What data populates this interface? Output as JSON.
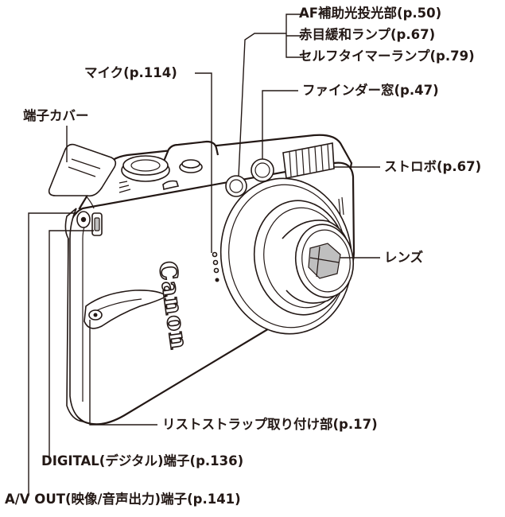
{
  "labels": {
    "af_assist": "AF補助光投光部(p.50)",
    "red_eye": "赤目緩和ランプ(p.67)",
    "self_timer": "セルフタイマーランプ(p.79)",
    "microphone": "マイク(p.114)",
    "viewfinder": "ファインダー窓(p.47)",
    "terminal_cover": "端子カバー",
    "flash": "ストロボ(p.67)",
    "lens": "レンズ",
    "strap_mount": "リストストラップ取り付け部(p.17)",
    "digital_terminal": "DIGITAL(デジタル)端子(p.136)",
    "av_out_terminal": "A/V OUT(映像/音声出力)端子(p.141)"
  },
  "camera": {
    "brand": "Canon"
  }
}
